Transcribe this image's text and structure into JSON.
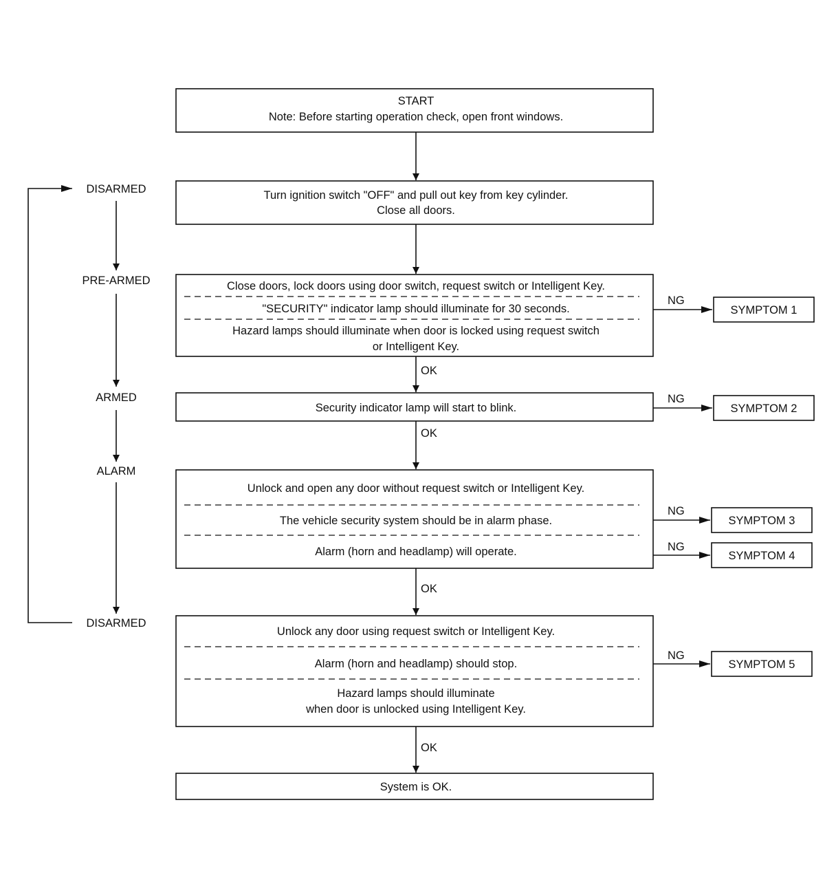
{
  "colors": {
    "ink": "#111111",
    "background": "#ffffff"
  },
  "steps": {
    "start": {
      "lines": [
        "START",
        "Note: Before starting operation check, open front windows."
      ]
    },
    "step1": {
      "lines": [
        "Turn ignition switch \"OFF\" and pull out key from key cylinder.",
        "Close all doors."
      ]
    },
    "step2": {
      "sections": [
        {
          "lines": [
            "Close doors, lock doors using door switch, request switch or Intelligent Key."
          ]
        },
        {
          "lines": [
            "\"SECURITY\" indicator lamp should illuminate for 30 seconds."
          ]
        },
        {
          "lines": [
            "Hazard lamps should illuminate when door is locked using request switch",
            "or Intelligent Key."
          ]
        }
      ]
    },
    "step3": {
      "lines": [
        "Security indicator lamp will start to blink."
      ]
    },
    "step4": {
      "sections": [
        {
          "lines": [
            "Unlock and open any door without request switch or Intelligent Key."
          ]
        },
        {
          "lines": [
            "The vehicle security system should be in alarm phase."
          ]
        },
        {
          "lines": [
            "Alarm (horn and headlamp) will operate."
          ]
        }
      ]
    },
    "step5": {
      "sections": [
        {
          "lines": [
            "Unlock any door using request switch or Intelligent Key."
          ]
        },
        {
          "lines": [
            "Alarm (horn and headlamp) should stop."
          ]
        },
        {
          "lines": [
            "Hazard lamps should illuminate",
            "when door is unlocked using Intelligent Key."
          ]
        }
      ]
    },
    "end": {
      "lines": [
        "System is OK."
      ]
    }
  },
  "states": {
    "disarmed_top": "DISARMED",
    "pre_armed": "PRE-ARMED",
    "armed": "ARMED",
    "alarm": "ALARM",
    "disarmed_bottom": "DISARMED"
  },
  "edge_labels": {
    "ok": "OK",
    "ng": "NG"
  },
  "symptoms": {
    "s1": "SYMPTOM 1",
    "s2": "SYMPTOM 2",
    "s3": "SYMPTOM 3",
    "s4": "SYMPTOM 4",
    "s5": "SYMPTOM 5"
  }
}
